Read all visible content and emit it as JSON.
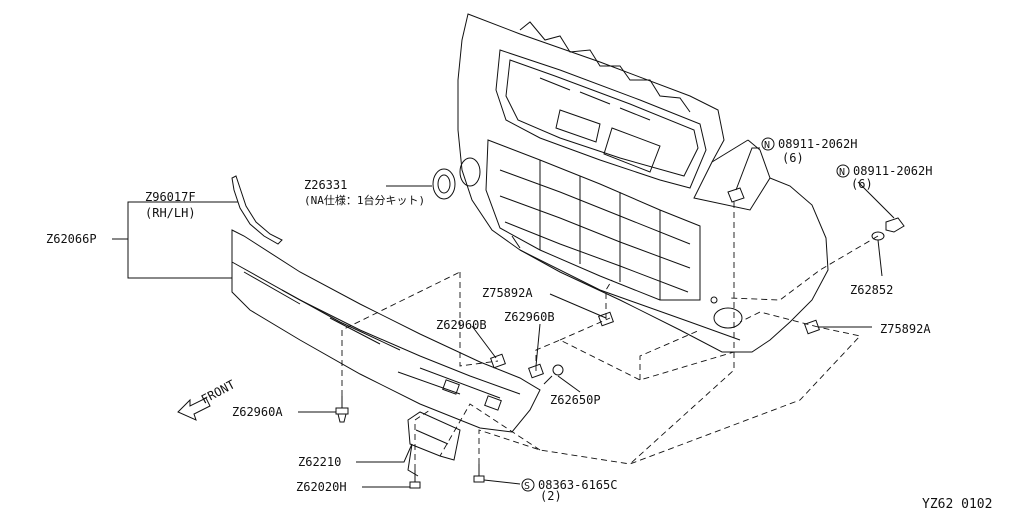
{
  "diagram_id": "YZ62 0102",
  "front_label": "FRONT",
  "parts": {
    "p1": {
      "code": "Z96017F",
      "note": "(RH/LH)"
    },
    "p2": {
      "code": "Z62066P"
    },
    "p3": {
      "code": "Z26331",
      "note": "(NA仕様：1台分キット)"
    },
    "p4": {
      "code": "08911-2062H",
      "marker": "N",
      "qty": "(6)"
    },
    "p5": {
      "code": "08911-2062H",
      "marker": "N",
      "qty": "(6)"
    },
    "p6": {
      "code": "Z62852"
    },
    "p7": {
      "code": "Z75892A"
    },
    "p8": {
      "code": "Z75892A"
    },
    "p9": {
      "code": "Z62960B"
    },
    "p10": {
      "code": "Z62960B"
    },
    "p11": {
      "code": "Z62650P"
    },
    "p12": {
      "code": "Z62960A"
    },
    "p13": {
      "code": "Z62210"
    },
    "p14": {
      "code": "Z62020H"
    },
    "p15": {
      "code": "08363-6165C",
      "marker": "S",
      "qty": "(2)"
    }
  }
}
